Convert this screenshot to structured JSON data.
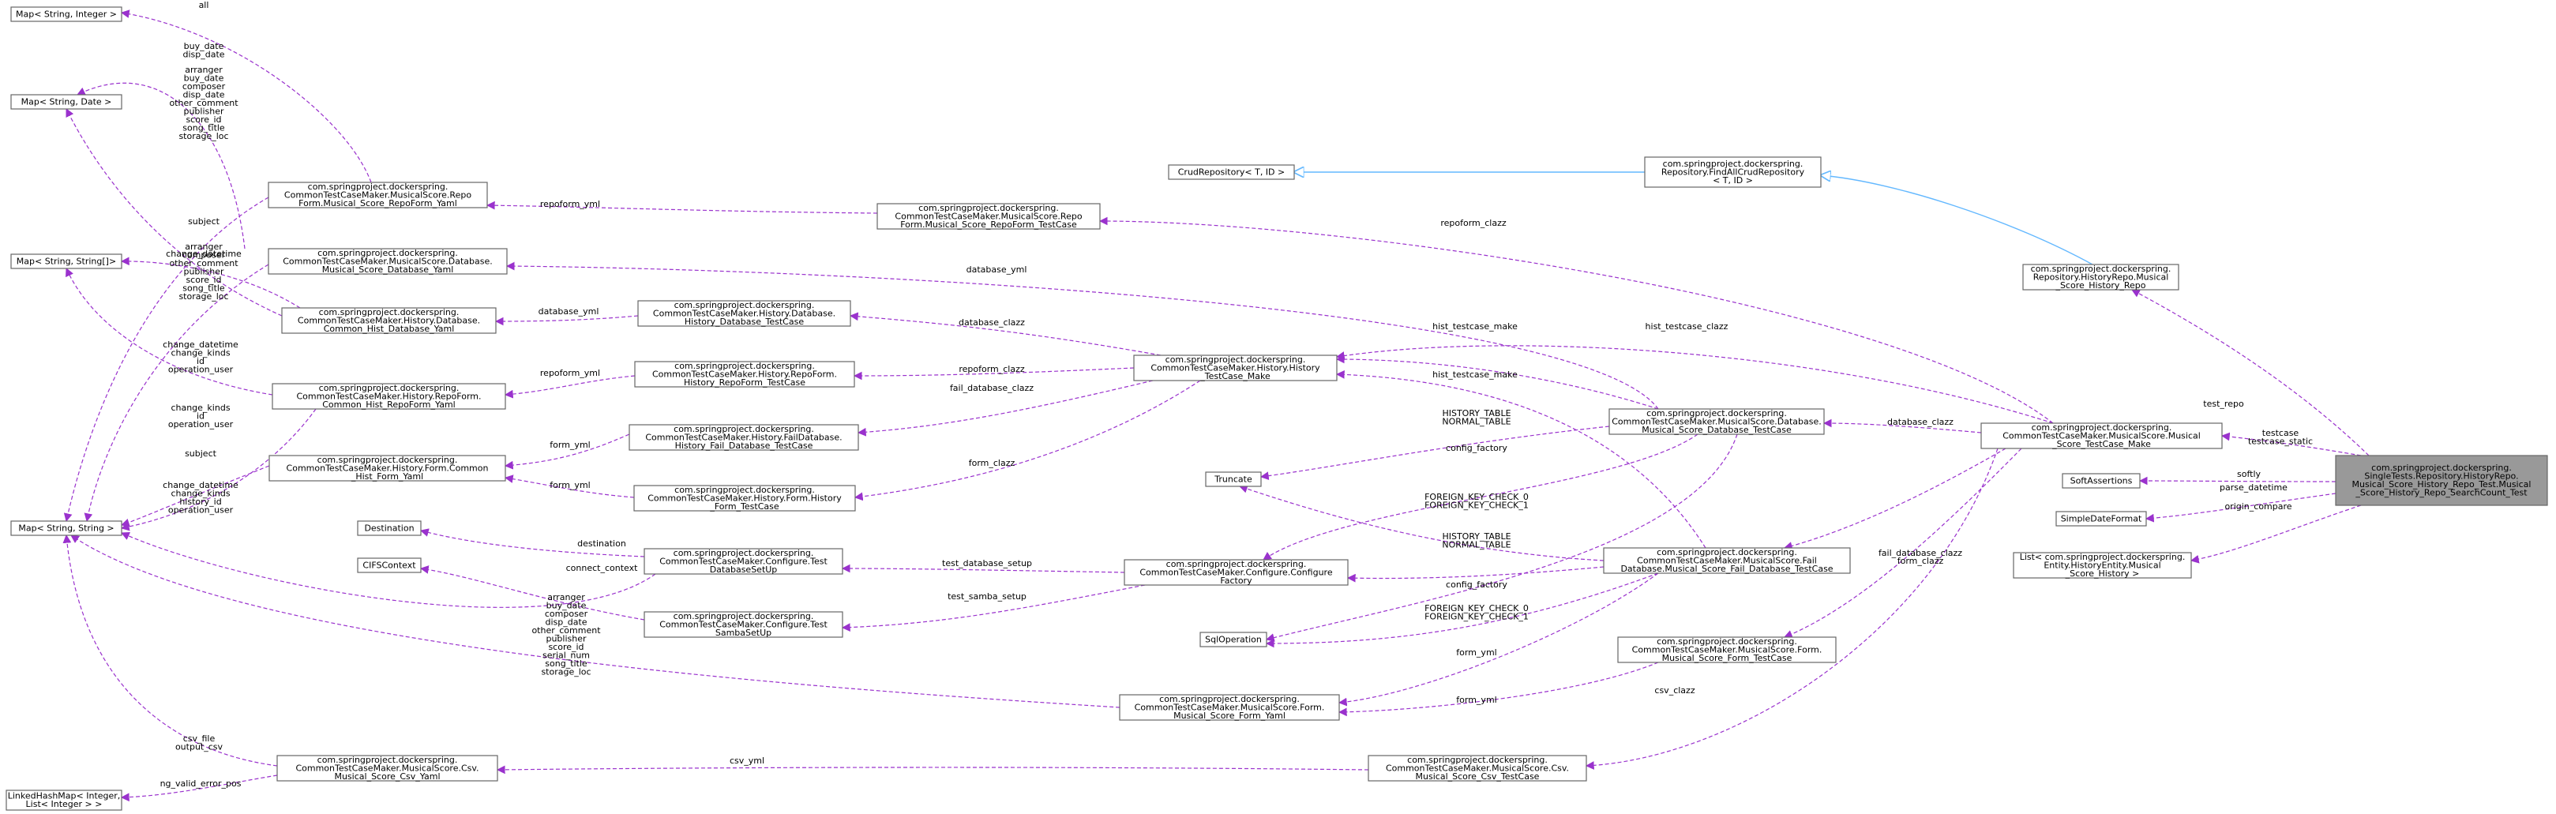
{
  "nodes": {
    "focus": [
      "com.springproject.dockerspring.",
      "SingleTests.Repository.HistoryRepo.",
      "Musical_Score_History_Repo_Test.Musical",
      "_Score_History_Repo_SearchCount_Test"
    ],
    "map_si": [
      "Map< String, Integer >"
    ],
    "map_sd": [
      "Map< String, Date >"
    ],
    "map_ssa": [
      "Map< String, String[]>"
    ],
    "map_ss": [
      "Map< String, String >"
    ],
    "destination": [
      "Destination"
    ],
    "cifs": [
      "CIFSContext"
    ],
    "lhm": [
      "LinkedHashMap< Integer,",
      "List< Integer > >"
    ],
    "ms_repo_yaml": [
      "com.springproject.dockerspring.",
      "CommonTestCaseMaker.MusicalScore.Repo",
      "Form.Musical_Score_RepoForm_Yaml"
    ],
    "ms_db_yaml": [
      "com.springproject.dockerspring.",
      "CommonTestCaseMaker.MusicalScore.Database.",
      "Musical_Score_Database_Yaml"
    ],
    "hist_db_yaml": [
      "com.springproject.dockerspring.",
      "CommonTestCaseMaker.History.Database.",
      "Common_Hist_Database_Yaml"
    ],
    "hist_repo_yaml": [
      "com.springproject.dockerspring.",
      "CommonTestCaseMaker.History.RepoForm.",
      "Common_Hist_RepoForm_Yaml"
    ],
    "hist_form_yaml": [
      "com.springproject.dockerspring.",
      "CommonTestCaseMaker.History.Form.Common",
      "_Hist_Form_Yaml"
    ],
    "csv_yaml": [
      "com.springproject.dockerspring.",
      "CommonTestCaseMaker.MusicalScore.Csv.",
      "Musical_Score_Csv_Yaml"
    ],
    "ms_repo_tc": [
      "com.springproject.dockerspring.",
      "CommonTestCaseMaker.MusicalScore.Repo",
      "Form.Musical_Score_RepoForm_TestCase"
    ],
    "hist_db_tc": [
      "com.springproject.dockerspring.",
      "CommonTestCaseMaker.History.Database.",
      "History_Database_TestCase"
    ],
    "hist_repo_tc": [
      "com.springproject.dockerspring.",
      "CommonTestCaseMaker.History.RepoForm.",
      "History_RepoForm_TestCase"
    ],
    "hist_fail_tc": [
      "com.springproject.dockerspring.",
      "CommonTestCaseMaker.History.FailDatabase.",
      "History_Fail_Database_TestCase"
    ],
    "hist_form_tc": [
      "com.springproject.dockerspring.",
      "CommonTestCaseMaker.History.Form.History",
      "_Form_TestCase"
    ],
    "test_db_setup": [
      "com.springproject.dockerspring.",
      "CommonTestCaseMaker.Configure.Test",
      "DatabaseSetUp"
    ],
    "test_samba": [
      "com.springproject.dockerspring.",
      "CommonTestCaseMaker.Configure.Test",
      "SambaSetUp"
    ],
    "ms_form_yaml": [
      "com.springproject.dockerspring.",
      "CommonTestCaseMaker.MusicalScore.Form.",
      "Musical_Score_Form_Yaml"
    ],
    "hist_make": [
      "com.springproject.dockerspring.",
      "CommonTestCaseMaker.History.History",
      "_TestCase_Make"
    ],
    "config_factory": [
      "com.springproject.dockerspring.",
      "CommonTestCaseMaker.Configure.Configure",
      "Factory"
    ],
    "crud": [
      "CrudRepository< T, ID >"
    ],
    "truncate": [
      "Truncate"
    ],
    "sqlop": [
      "SqlOperation"
    ],
    "csv_tc": [
      "com.springproject.dockerspring.",
      "CommonTestCaseMaker.MusicalScore.Csv.",
      "Musical_Score_Csv_TestCase"
    ],
    "findall": [
      "com.springproject.dockerspring.",
      "Repository.FindAllCrudRepository",
      "< T, ID >"
    ],
    "ms_db_tc": [
      "com.springproject.dockerspring.",
      "CommonTestCaseMaker.MusicalScore.Database.",
      "Musical_Score_Database_TestCase"
    ],
    "ms_fail_tc": [
      "com.springproject.dockerspring.",
      "CommonTestCaseMaker.MusicalScore.Fail",
      "Database.Musical_Score_Fail_Database_TestCase"
    ],
    "ms_form_tc": [
      "com.springproject.dockerspring.",
      "CommonTestCaseMaker.MusicalScore.Form.",
      "Musical_Score_Form_TestCase"
    ],
    "hist_repo": [
      "com.springproject.dockerspring.",
      "Repository.HistoryRepo.Musical",
      "_Score_History_Repo"
    ],
    "ms_make": [
      "com.springproject.dockerspring.",
      "CommonTestCaseMaker.MusicalScore.Musical",
      "_Score_TestCase_Make"
    ],
    "soft": [
      "SoftAssertions"
    ],
    "sdf": [
      "SimpleDateFormat"
    ],
    "list_hist": [
      "List< com.springproject.dockerspring.",
      "Entity.HistoryEntity.Musical",
      "_Score_History >"
    ]
  },
  "edge_labels": {
    "all": [
      "all"
    ],
    "buy_disp": [
      "buy_date",
      "disp_date"
    ],
    "ms_fields": [
      "arranger",
      "buy_date",
      "composer",
      "disp_date",
      "other_comment",
      "publisher",
      "score_id",
      "song_title",
      "storage_loc"
    ],
    "subject1": [
      "subject"
    ],
    "change_datetime1": [
      "change_datetime"
    ],
    "ssa_fields": [
      "arranger",
      "composer",
      "other_comment",
      "publisher",
      "score_id",
      "song_title",
      "storage_loc"
    ],
    "hist_keys1": [
      "change_datetime",
      "change_kinds",
      "id",
      "operation_user"
    ],
    "hist_keys2": [
      "change_kinds",
      "id",
      "operation_user"
    ],
    "subject2": [
      "subject"
    ],
    "hist_keys3": [
      "change_datetime",
      "change_kinds",
      "history_id",
      "operation_user"
    ],
    "form_fields": [
      "arranger",
      "buy_date",
      "composer",
      "disp_date",
      "other_comment",
      "publisher",
      "score_id",
      "serial_num",
      "song_title",
      "storage_loc"
    ],
    "csv_file": [
      "csv_file",
      "output_csv"
    ],
    "ng_valid": [
      "ng_valid_error_pos"
    ],
    "repoform_yml1": [
      "repoform_yml"
    ],
    "database_yml1": [
      "database_yml"
    ],
    "repoform_yml2": [
      "repoform_yml"
    ],
    "form_yml1": [
      "form_yml"
    ],
    "form_yml2": [
      "form_yml"
    ],
    "destination": [
      "destination"
    ],
    "connect_context": [
      "connect_context"
    ],
    "database_clazz": [
      "database_clazz"
    ],
    "repoform_clazz1": [
      "repoform_clazz"
    ],
    "fail_database_clazz1": [
      "fail_database_clazz"
    ],
    "form_clazz1": [
      "form_clazz"
    ],
    "test_database_setup": [
      "test_database_setup"
    ],
    "test_samba_setup": [
      "test_samba_setup"
    ],
    "database_yml2": [
      "database_yml"
    ],
    "repoform_clazz2": [
      "repoform_clazz"
    ],
    "hist_testcase_make1": [
      "hist_testcase_make"
    ],
    "hist_testcase_make2": [
      "hist_testcase_make"
    ],
    "hist_testcase_clazz": [
      "hist_testcase_clazz"
    ],
    "history_table1": [
      "HISTORY_TABLE",
      "NORMAL_TABLE"
    ],
    "config_factory1": [
      "config_factory"
    ],
    "fk1": [
      "FOREIGN_KEY_CHECK_0",
      "FOREIGN_KEY_CHECK_1"
    ],
    "history_table2": [
      "HISTORY_TABLE",
      "NORMAL_TABLE"
    ],
    "config_factory2": [
      "config_factory"
    ],
    "fk2": [
      "FOREIGN_KEY_CHECK_0",
      "FOREIGN_KEY_CHECK_1"
    ],
    "form_yml3": [
      "form_yml"
    ],
    "form_yml4": [
      "form_yml"
    ],
    "csv_yml": [
      "csv_yml"
    ],
    "csv_clazz": [
      "csv_clazz"
    ],
    "database_clazz2": [
      "database_clazz"
    ],
    "fail_database_clazz2": [
      "fail_database_clazz"
    ],
    "form_clazz2": [
      "form_clazz"
    ],
    "test_repo": [
      "test_repo"
    ],
    "testcase": [
      "testcase",
      "testcase_static"
    ],
    "softly": [
      "softly"
    ],
    "parse_datetime": [
      "parse_datetime"
    ],
    "origin_compare": [
      "origin_compare"
    ]
  },
  "colors": {
    "usage_edge": "#9a32cd",
    "inheritance_edge": "#63b8ff",
    "node_border": "#666666",
    "focus_fill": "#999999"
  }
}
